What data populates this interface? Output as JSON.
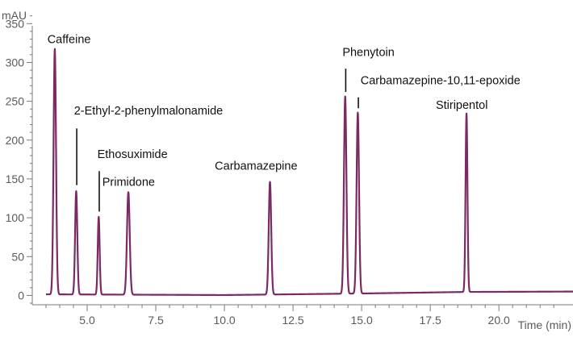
{
  "chart_data": {
    "type": "line",
    "title": "",
    "xlabel": "Time (min)",
    "ylabel": "mAU",
    "xlim": [
      3.0,
      22.7
    ],
    "ylim": [
      -12,
      370
    ],
    "x_ticks": [
      5.0,
      7.5,
      10.0,
      12.5,
      15.0,
      17.5,
      20.0
    ],
    "x_tick_labels": [
      "5.0",
      "7.5",
      "10.0",
      "12.5",
      "15.0",
      "17.5",
      "20.0"
    ],
    "y_ticks": [
      0,
      50,
      100,
      150,
      200,
      250,
      300,
      350
    ],
    "y_tick_labels": [
      "0",
      "50",
      "100",
      "150",
      "200",
      "250",
      "300",
      "350"
    ],
    "grid": false,
    "baseline_points": [
      [
        3.0,
        1.5
      ],
      [
        10.0,
        0.5
      ],
      [
        15.0,
        2.5
      ],
      [
        18.8,
        4.5
      ],
      [
        22.7,
        5.0
      ]
    ],
    "peaks": [
      {
        "name": "Caffeine",
        "time": 3.82,
        "height": 316,
        "width": 0.045
      },
      {
        "name": "2-Ethyl-2-phenylmalonamide",
        "time": 4.6,
        "height": 133,
        "width": 0.04
      },
      {
        "name": "Ethosuximide",
        "time": 5.42,
        "height": 100,
        "width": 0.035
      },
      {
        "name": "Primidone",
        "time": 6.5,
        "height": 132,
        "width": 0.05
      },
      {
        "name": "Carbamazepine",
        "time": 11.66,
        "height": 145,
        "width": 0.045
      },
      {
        "name": "Phenytoin",
        "time": 14.4,
        "height": 254,
        "width": 0.045
      },
      {
        "name": "Carbamazepine-10,11-epoxide",
        "time": 14.86,
        "height": 233,
        "width": 0.045
      },
      {
        "name": "Stiripentol",
        "time": 18.82,
        "height": 230,
        "width": 0.035
      }
    ],
    "series": [
      {
        "color": "#7b2a63"
      }
    ]
  },
  "labels": [
    {
      "text": "Caffeine",
      "anchor_x": 3.55,
      "anchor_y": 325,
      "leader": null
    },
    {
      "text": "2-Ethyl-2-phenylmalonamide",
      "anchor_x": 4.52,
      "anchor_y": 233,
      "leader": [
        4.62,
        215,
        4.62,
        142
      ]
    },
    {
      "text": "Ethosuximide",
      "anchor_x": 5.37,
      "anchor_y": 177,
      "leader": [
        5.44,
        160,
        5.44,
        108
      ]
    },
    {
      "text": "Primidone",
      "anchor_x": 5.55,
      "anchor_y": 141,
      "leader": null
    },
    {
      "text": "Carbamazepine",
      "anchor_x": 9.65,
      "anchor_y": 162,
      "leader": null
    },
    {
      "text": "Phenytoin",
      "anchor_x": 14.3,
      "anchor_y": 308,
      "leader": [
        14.42,
        292,
        14.42,
        262
      ]
    },
    {
      "text": "Carbamazepine-10,11-epoxide",
      "anchor_x": 14.96,
      "anchor_y": 272,
      "leader": [
        14.88,
        255,
        14.88,
        241
      ]
    },
    {
      "text": "Stiripentol",
      "anchor_x": 17.7,
      "anchor_y": 240,
      "leader": null
    }
  ]
}
